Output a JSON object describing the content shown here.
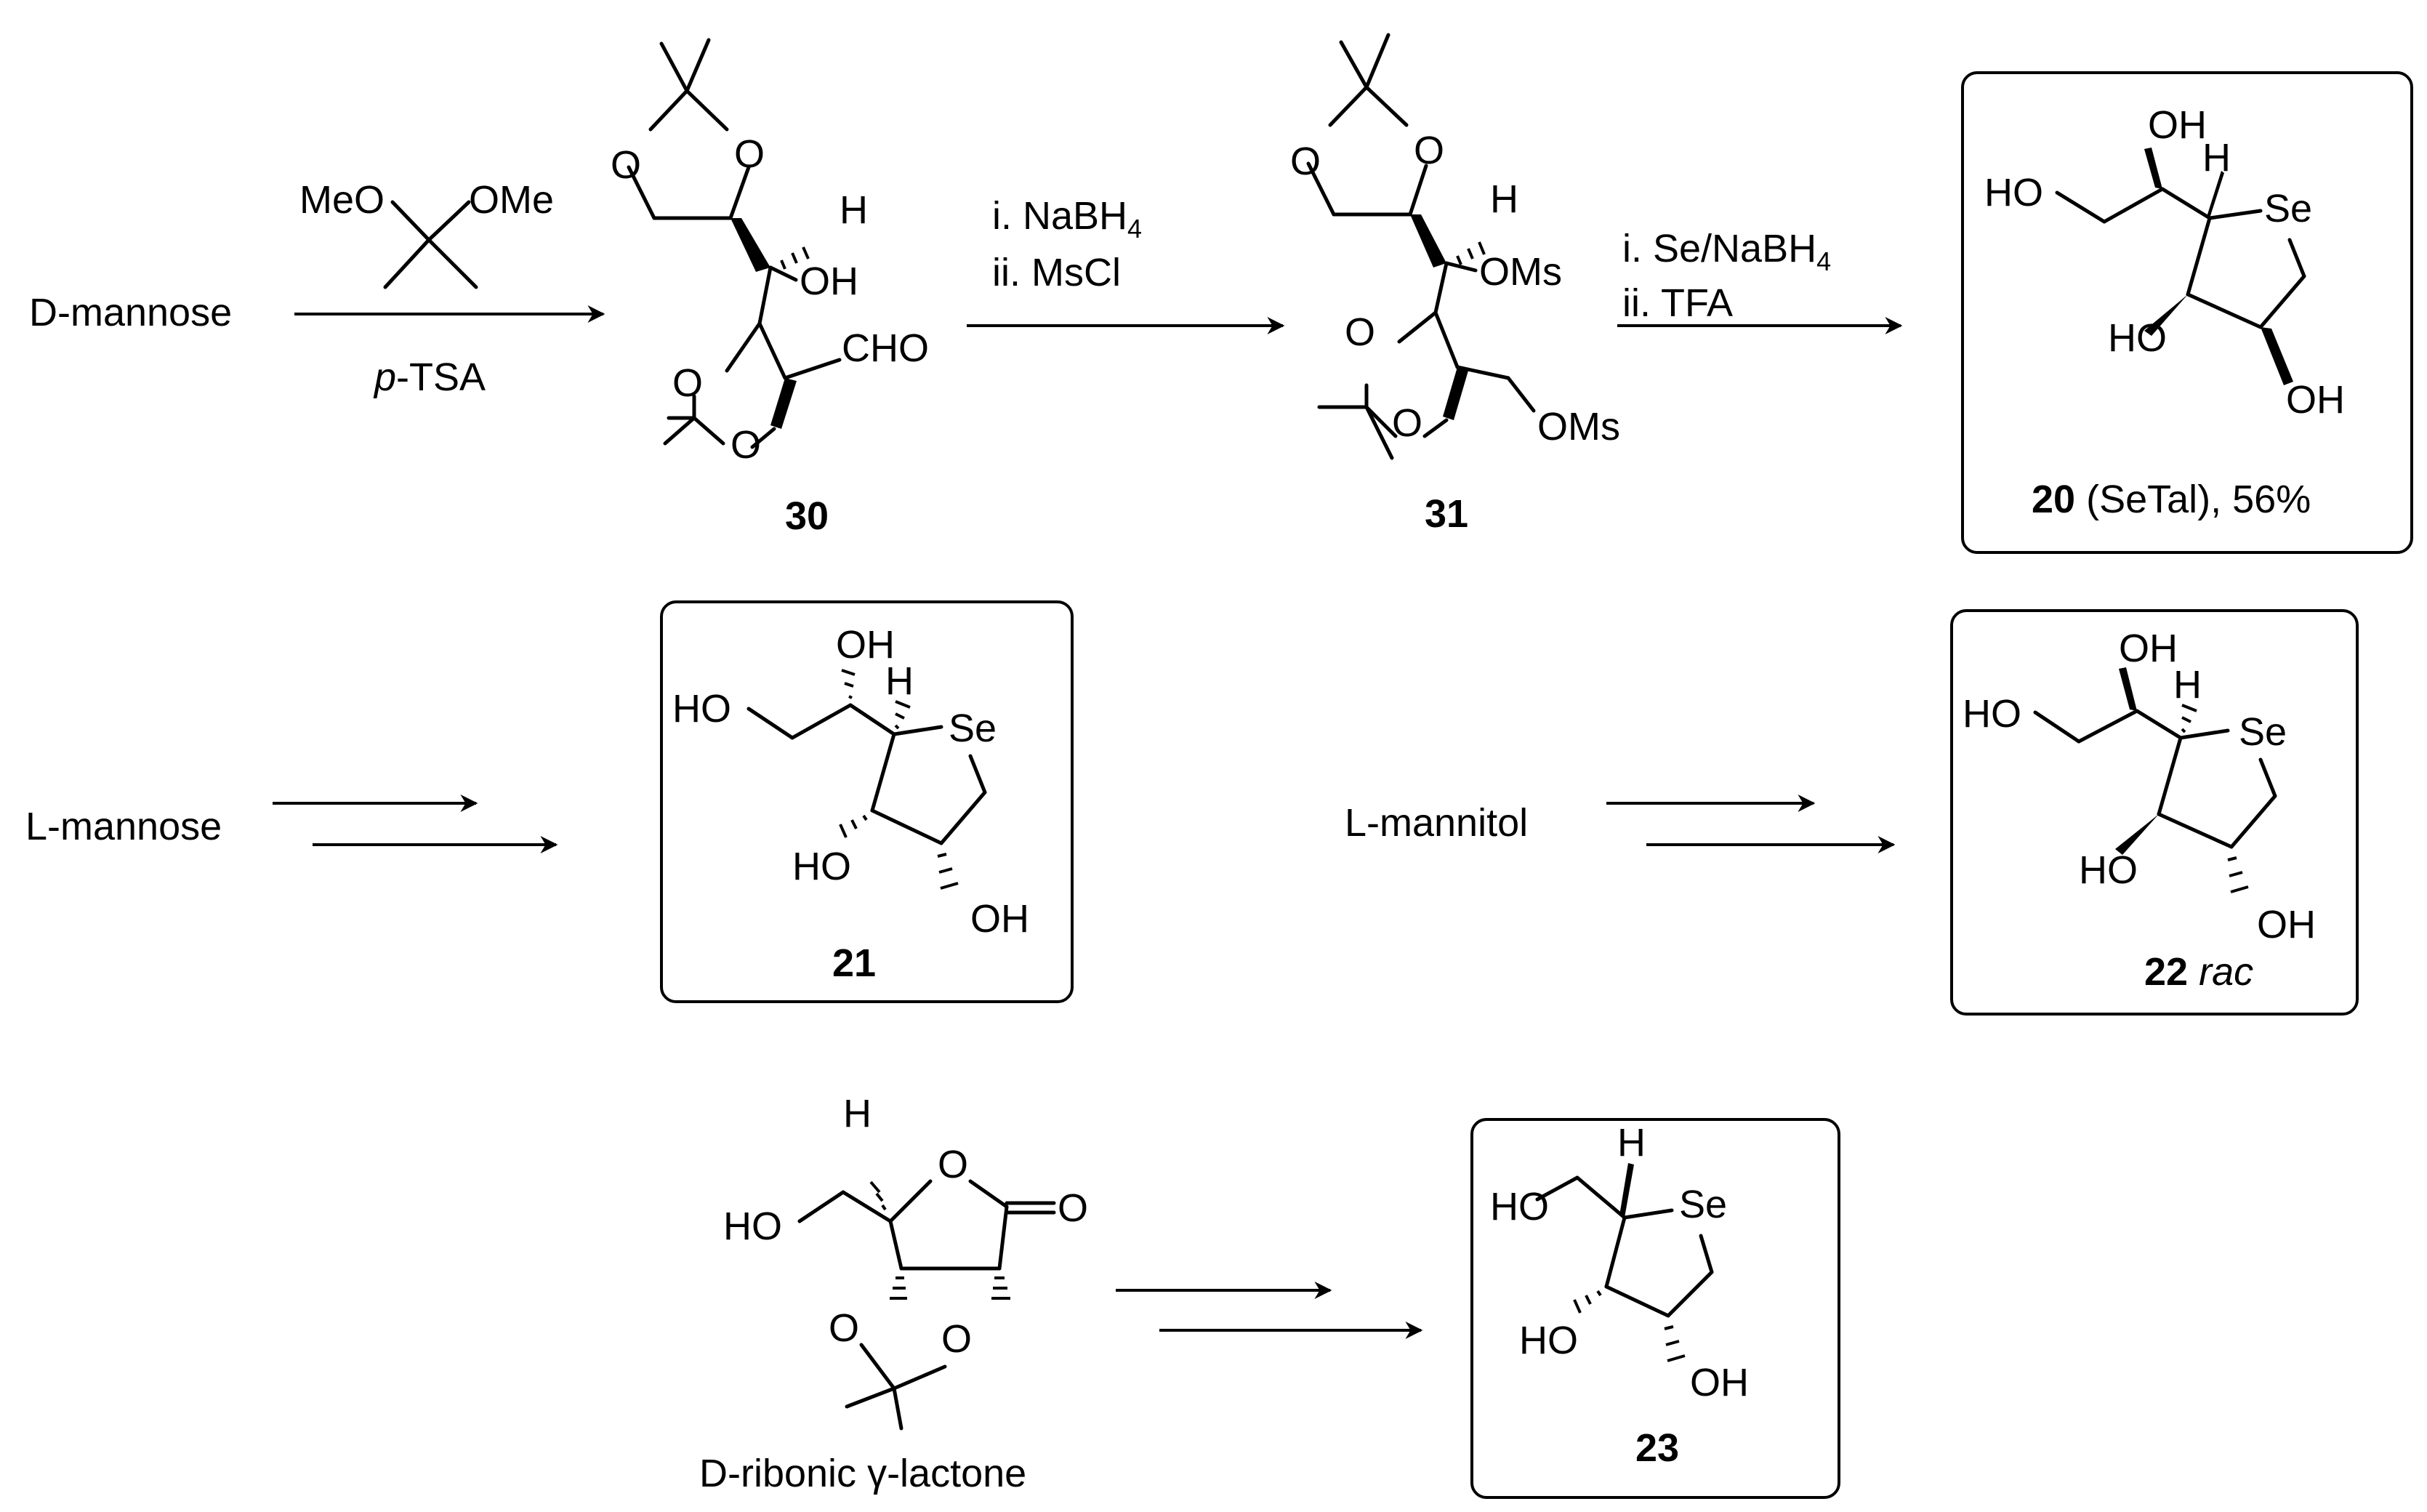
{
  "row1": {
    "start_label": "D-mannose",
    "step1": {
      "reagent_left": "MeO",
      "reagent_right": "OMe",
      "catalyst_prefix": "p",
      "catalyst_suffix": "-TSA"
    },
    "cmpd30": {
      "number": "30",
      "H": "H",
      "OH": "OH",
      "CHO": "CHO",
      "O": "O"
    },
    "step2": {
      "line1": "i. NaBH",
      "line1_sub": "4",
      "line2": "ii. MsCl"
    },
    "cmpd31": {
      "number": "31",
      "H": "H",
      "OMs": "OMs",
      "O": "O"
    },
    "step3": {
      "line1": "i. Se/NaBH",
      "line1_sub": "4",
      "line2": "ii. TFA"
    },
    "cmpd20": {
      "number": "20",
      "label_rest": " (SeTal), 56%",
      "HO_chain": "HO",
      "OH_top": "OH",
      "H": "H",
      "Se": "Se",
      "HO_ring": "HO",
      "OH_ring": "OH"
    }
  },
  "row2": {
    "start_left": "L-mannose",
    "cmpd21": {
      "number": "21",
      "HO_chain": "HO",
      "OH_top": "OH",
      "H": "H",
      "Se": "Se",
      "HO_ring": "HO",
      "OH_ring": "OH"
    },
    "start_right": "L-mannitol",
    "cmpd22": {
      "number": "22",
      "suffix": "rac",
      "HO_chain": "HO",
      "OH_top": "OH",
      "H": "H",
      "Se": "Se",
      "HO_ring": "HO",
      "OH_ring": "OH"
    }
  },
  "row3": {
    "start": {
      "label_prefix": "D-ribonic ",
      "label_greek": "γ",
      "label_suffix": "-lactone",
      "H": "H",
      "HO": "HO",
      "O": "O"
    },
    "cmpd23": {
      "number": "23",
      "HO_chain": "HO",
      "H": "H",
      "Se": "Se",
      "HO_ring": "HO",
      "OH_ring": "OH"
    }
  }
}
